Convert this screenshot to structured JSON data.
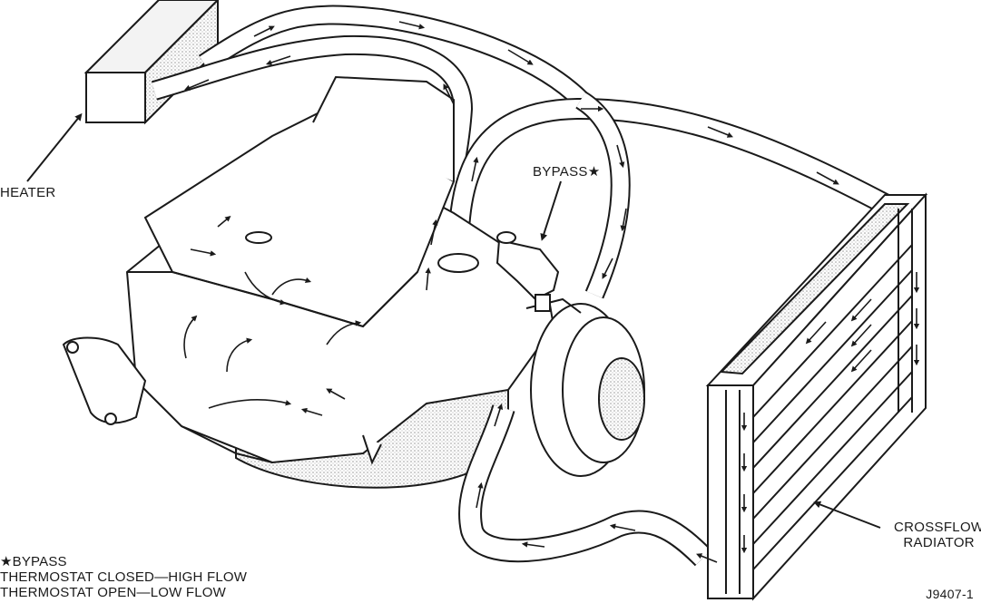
{
  "labels": {
    "heater": "HEATER",
    "bypass": "BYPASS★",
    "radiator_line1": "CROSSFLOW",
    "radiator_line2": "RADIATOR"
  },
  "legend": {
    "line1": "★BYPASS",
    "line2": "THERMOSTAT CLOSED—HIGH FLOW",
    "line3": "THERMOSTAT OPEN—LOW FLOW"
  },
  "figure_id": "J9407-1",
  "colors": {
    "ink": "#1a1a1a",
    "shade": "#c9c9c9",
    "paper": "#ffffff"
  }
}
